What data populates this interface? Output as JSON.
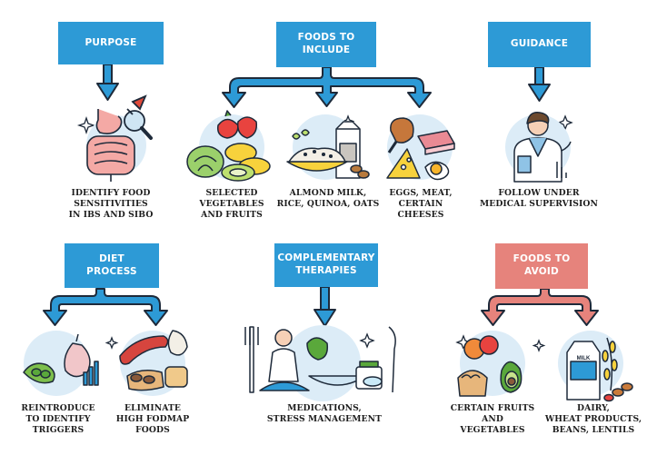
{
  "colors": {
    "blue": "#2d9ad6",
    "pink": "#e6837c",
    "outline": "#1e2a3a",
    "circle": "#dcecf7"
  },
  "headers": {
    "purpose": "PURPOSE",
    "foods_to_include": "FOODS TO\nINCLUDE",
    "guidance": "GUIDANCE",
    "diet_process": "DIET\nPROCESS",
    "complementary_therapies": "COMPLEMENTARY\nTHERAPIES",
    "foods_to_avoid": "FOODS TO\nAVOID"
  },
  "captions": {
    "identify": "IDENTIFY FOOD\nSENSITIVITIES\nIN IBS AND SIBO",
    "vegetables": "SELECTED\nVEGETABLES\nAND FRUITS",
    "almond": "ALMOND MILK,\nRICE, QUINOA, OATS",
    "eggs": "EGGS, MEAT,\nCERTAIN\nCHEESES",
    "supervision": "FOLLOW UNDER\nMEDICAL SUPERVISION",
    "reintroduce": "REINTRODUCE\nTO IDENTIFY\nTRIGGERS",
    "eliminate": "ELIMINATE\nHIGH FODMAP\nFOODS",
    "medications": "MEDICATIONS,\nSTRESS MANAGEMENT",
    "certain_fruits": "CERTAIN FRUITS\nAND\nVEGETABLES",
    "dairy": "DAIRY,\nWHEAT PRODUCTS,\nBEANS, LENTILS"
  },
  "illustration_labels": {
    "milk_carton": "MILK"
  },
  "icons": [
    "digestive-system-icon",
    "magnifier-icon",
    "vegetables-fruits-icon",
    "grains-milk-icon",
    "eggs-meat-cheese-icon",
    "doctor-icon",
    "garlic-greens-icon",
    "sausage-bread-icon",
    "meditation-icon",
    "fruits-avocado-icon",
    "milk-wheat-icon",
    "sparkle-icon"
  ]
}
